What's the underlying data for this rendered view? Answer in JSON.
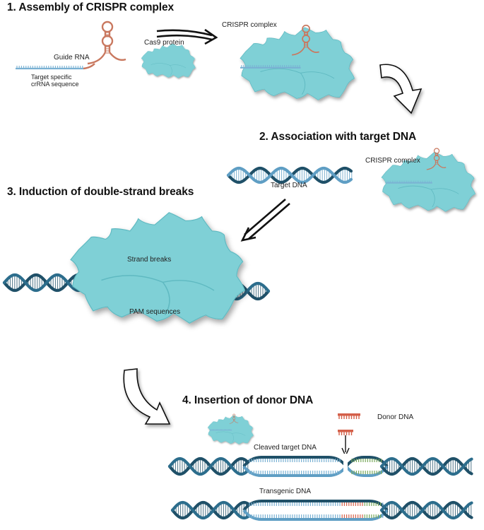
{
  "steps": {
    "s1": "1. Assembly of CRISPR complex",
    "s2": "2. Association with target DNA",
    "s3": "3. Induction of double-strand breaks",
    "s4": "4. Insertion of donor DNA"
  },
  "labels": {
    "guide_rna": "Guide RNA",
    "target_specific_1": "Target specific",
    "target_specific_2": "crRNA sequence",
    "cas9_protein": "Cas9 protein",
    "crispr_complex_1": "CRISPR complex",
    "crispr_complex_2": "CRISPR complex",
    "target_dna": "Target DNA",
    "strand_breaks": "Strand breaks",
    "pam_sequences": "PAM sequences",
    "donor_dna": "Donor DNA",
    "cleaved_target_dna": "Cleaved target DNA",
    "transgenic_dna": "Transgenic DNA"
  },
  "colors": {
    "protein": "#7fd0d6",
    "protein_edge": "#5fb9c1",
    "rna": "#c9785f",
    "dna_dark": "#1f5068",
    "dna_light": "#5f9ec4",
    "crrna": "#7ab1d3",
    "pam": "#78a85a",
    "donor": "#d4604a",
    "spark": "#f0e79a"
  }
}
